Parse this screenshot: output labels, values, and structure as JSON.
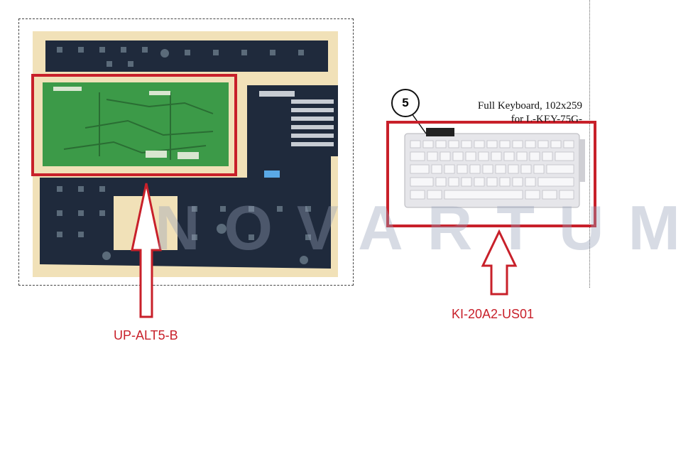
{
  "left_part": {
    "label": "UP-ALT5-B"
  },
  "right_part": {
    "label": "KI-20A2-US01"
  },
  "callout_number": "5",
  "caption": {
    "line1": "Full Keyboard, 102x259",
    "line2": "for L-KEY-75G-"
  },
  "watermark": "NOVARTUM",
  "colors": {
    "callout_red": "#c8202a",
    "pcb_green": "#3c9a48",
    "pcb_dark": "#1f2a3c",
    "keyboard_gray": "#e6e6ea",
    "board_background": "#f1e1b8"
  }
}
